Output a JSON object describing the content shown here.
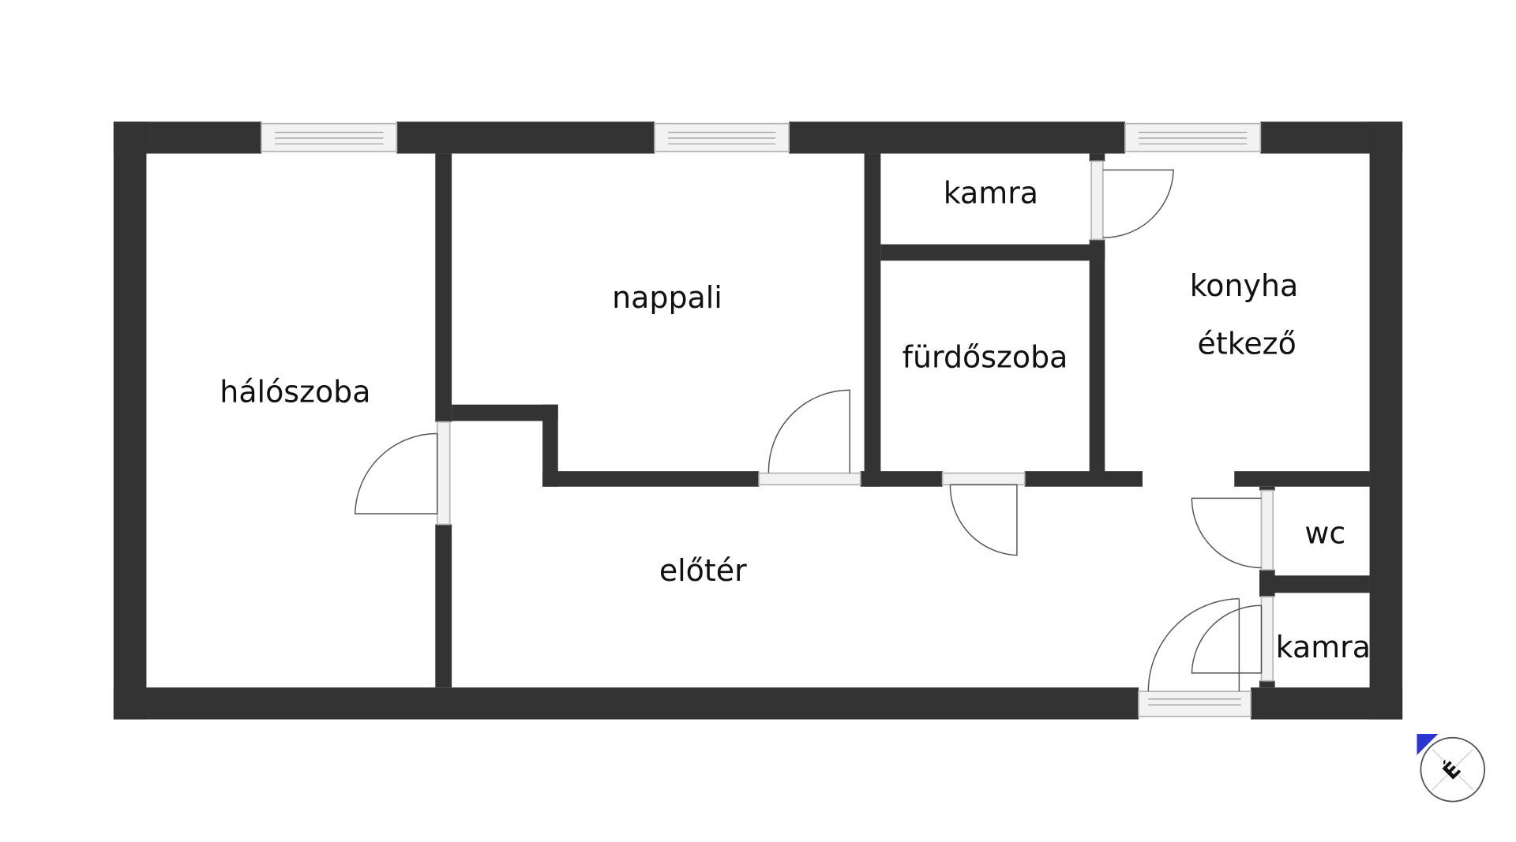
{
  "rooms": {
    "bedroom": "hálószoba",
    "living": "nappali",
    "pantry_top": "kamra",
    "bathroom": "fürdőszoba",
    "kitchen": "konyha",
    "dining": "étkező",
    "hall": "előtér",
    "wc": "wc",
    "pantry_bottom": "kamra"
  },
  "compass": {
    "letter": "É",
    "marker_color": "#2b35d6"
  },
  "colors": {
    "wall": "#333333"
  }
}
